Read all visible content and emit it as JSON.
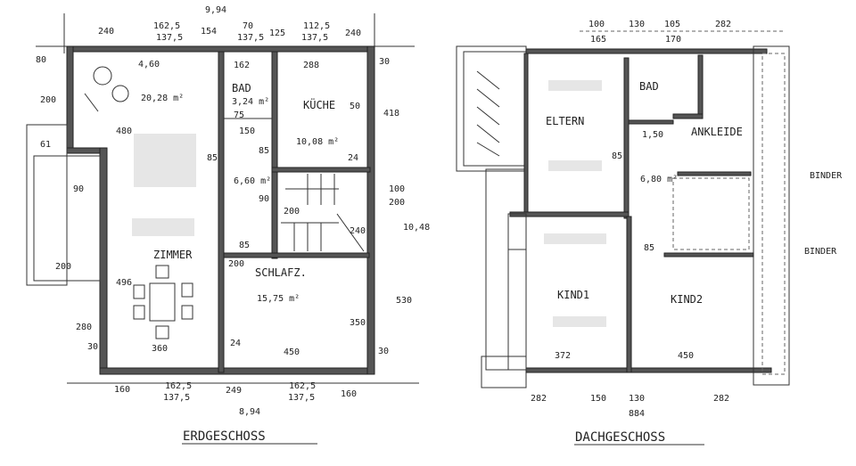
{
  "erdgeschoss": {
    "title": "ERDGESCHOSS",
    "top_dims": {
      "total": "9,94",
      "d1": "240",
      "d2a": "162,5",
      "d2b": "137,5",
      "d3": "154",
      "d4a": "70",
      "d4b": "137,5",
      "d5": "125",
      "d6a": "112,5",
      "d6b": "137,5",
      "d7": "240"
    },
    "bottom_dims": {
      "total": "8,94",
      "d1": "160",
      "d2a": "162,5",
      "d2b": "137,5",
      "d3": "249",
      "d4a": "162,5",
      "d4b": "137,5",
      "d5": "160"
    },
    "side_dims": {
      "left_top": "80",
      "left_200": "200",
      "left_61": "61",
      "left_280": "280",
      "terrace_200": "200",
      "terrace_90": "90",
      "right_418": "418",
      "right_530": "530",
      "right_1048": "10,48",
      "right_100": "100",
      "right_200": "200",
      "right_30": "30",
      "right_30b": "30",
      "left_30": "30"
    },
    "rooms": {
      "wohnen_width": "4,60",
      "wohnen_area": "20,28 m²",
      "wohnen_height": "480",
      "bad": "BAD",
      "bad_area": "3,24 m²",
      "bad_width": "162",
      "bad_75": "75",
      "kueche": "KÜCHE",
      "kueche_width": "288",
      "kueche_area": "10,08 m²",
      "kueche_50": "50",
      "kueche_24": "24",
      "flur_150": "150",
      "flur_area": "6,60 m²",
      "flur_85": "85",
      "flur_200": "200",
      "flur_85b": "85",
      "flur_90": "90",
      "treppe_240": "240",
      "zimmer": "ZIMMER",
      "zimmer_height": "496",
      "zimmer_width": "360",
      "schlafz": "SCHLAFZ.",
      "schlafz_area": "15,75 m²",
      "schlafz_width": "450",
      "schlafz_height": "350",
      "schlafz_24": "24",
      "schlafz_200": "200"
    }
  },
  "dachgeschoss": {
    "title": "DACHGESCHOSS",
    "top_dims": {
      "d1a": "100",
      "d1b": "165",
      "d2": "130",
      "d3a": "105",
      "d3b": "170",
      "d4": "282"
    },
    "bottom_dims": {
      "d1": "282",
      "d2": "150",
      "d3": "130",
      "d4": "282",
      "total": "884"
    },
    "rooms": {
      "eltern": "ELTERN",
      "bad": "BAD",
      "ankleide": "ANKLEIDE",
      "kind1": "KIND1",
      "kind2": "KIND2",
      "flur_150": "1,50",
      "flur_area": "6,80 m²",
      "flur_85": "85",
      "flur_85b": "85",
      "kind1_width": "372",
      "kind2_width": "450"
    },
    "binder_labels": [
      "BINDER",
      "BINDER"
    ]
  }
}
